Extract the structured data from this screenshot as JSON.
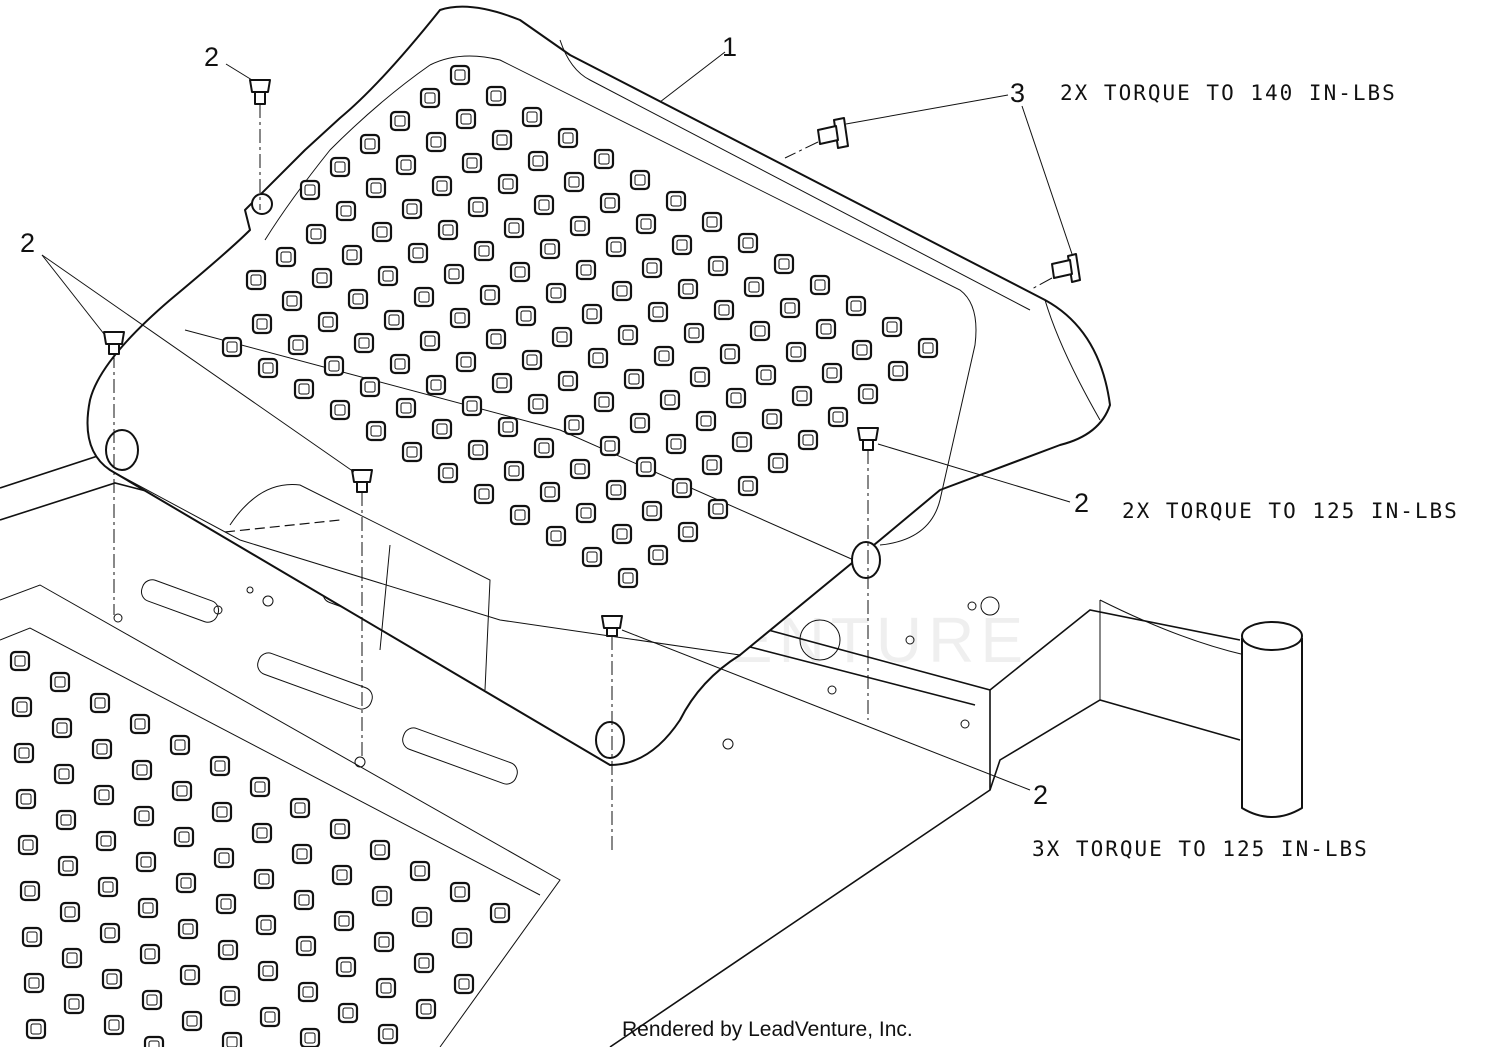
{
  "diagram": {
    "callouts": [
      {
        "id": "c1",
        "number": "1"
      },
      {
        "id": "c2a",
        "number": "2"
      },
      {
        "id": "c2b",
        "number": "2"
      },
      {
        "id": "c2c",
        "number": "2"
      },
      {
        "id": "c2d",
        "number": "2"
      },
      {
        "id": "c3",
        "number": "3"
      }
    ],
    "notes": {
      "torque_140": "2X TORQUE TO 140 IN-LBS",
      "torque_125_2x": "2X TORQUE TO 125 IN-LBS",
      "torque_125_3x": "3X TORQUE TO 125 IN-LBS"
    },
    "credit": "Rendered by LeadVenture, Inc.",
    "watermark": "LEADVENTURE"
  }
}
